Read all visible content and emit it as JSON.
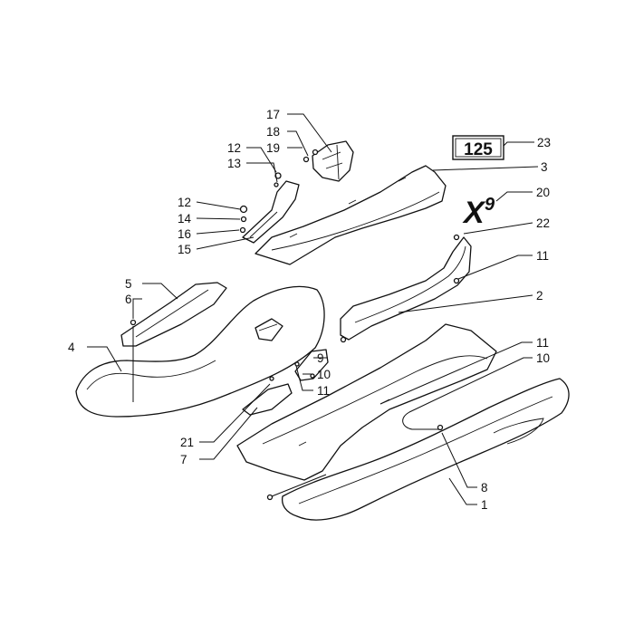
{
  "catalog_number": "125",
  "logo": {
    "letter": "X",
    "digit": "9"
  },
  "callouts": {
    "c1": "1",
    "c2": "2",
    "c3": "3",
    "c4": "4",
    "c5": "5",
    "c6": "6",
    "c7": "7",
    "c8": "8",
    "c9": "9",
    "c10a": "10",
    "c10b": "10",
    "c11a": "11",
    "c11b": "11",
    "c11c": "11",
    "c12a": "12",
    "c12b": "12",
    "c13": "13",
    "c14": "14",
    "c15": "15",
    "c16": "16",
    "c17": "17",
    "c18": "18",
    "c19": "19",
    "c20": "20",
    "c21": "21",
    "c22": "22",
    "c23": "23"
  }
}
